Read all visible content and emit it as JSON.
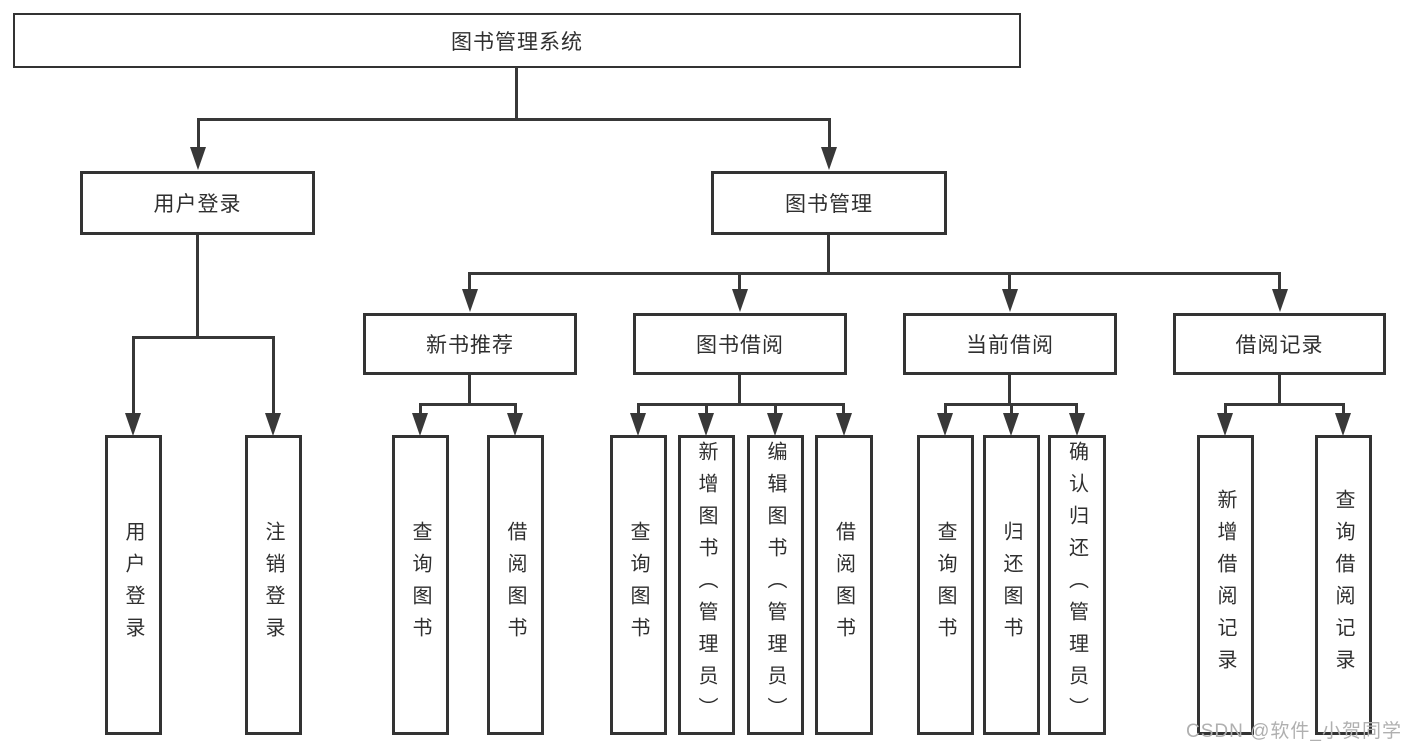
{
  "colors": {
    "line": "#383838",
    "box_border": "#333333",
    "text": "#2f2f2f",
    "watermark": "#b0b0b0",
    "background": "#ffffff"
  },
  "watermark": "CSDN @软件_小贺同学",
  "tree": {
    "root": {
      "label": "图书管理系统",
      "children": [
        {
          "label": "用户登录",
          "children": [
            {
              "label": "用户登录"
            },
            {
              "label": "注销登录"
            }
          ]
        },
        {
          "label": "图书管理",
          "children": [
            {
              "label": "新书推荐",
              "children": [
                {
                  "label": "查询图书"
                },
                {
                  "label": "借阅图书"
                }
              ]
            },
            {
              "label": "图书借阅",
              "children": [
                {
                  "label": "查询图书"
                },
                {
                  "label": "新增图书（管理员）"
                },
                {
                  "label": "编辑图书（管理员）"
                },
                {
                  "label": "借阅图书"
                }
              ]
            },
            {
              "label": "当前借阅",
              "children": [
                {
                  "label": "查询图书"
                },
                {
                  "label": "归还图书"
                },
                {
                  "label": "确认归还（管理员）"
                }
              ]
            },
            {
              "label": "借阅记录",
              "children": [
                {
                  "label": "新增借阅记录"
                },
                {
                  "label": "查询借阅记录"
                }
              ]
            }
          ]
        }
      ]
    }
  }
}
